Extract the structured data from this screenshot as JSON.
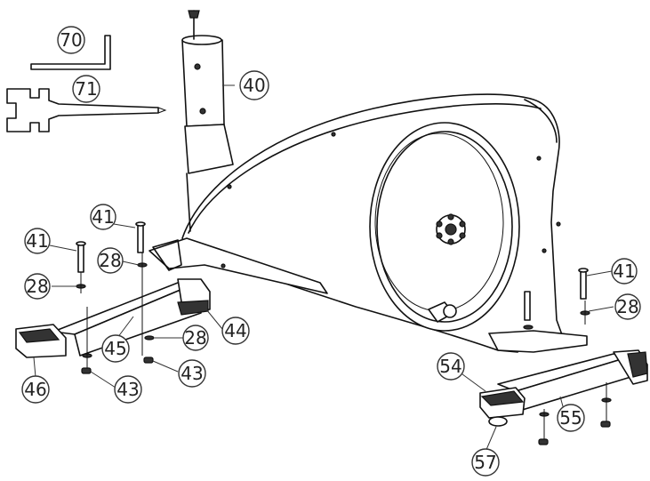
{
  "parts": [
    {
      "id": "p70",
      "number": "70"
    },
    {
      "id": "p71",
      "number": "71"
    },
    {
      "id": "p40",
      "number": "40"
    },
    {
      "id": "p41a",
      "number": "41"
    },
    {
      "id": "p41b",
      "number": "41"
    },
    {
      "id": "p41c",
      "number": "41"
    },
    {
      "id": "p28a",
      "number": "28"
    },
    {
      "id": "p28b",
      "number": "28"
    },
    {
      "id": "p28c",
      "number": "28"
    },
    {
      "id": "p28d",
      "number": "28"
    },
    {
      "id": "p44",
      "number": "44"
    },
    {
      "id": "p45",
      "number": "45"
    },
    {
      "id": "p46",
      "number": "46"
    },
    {
      "id": "p43a",
      "number": "43"
    },
    {
      "id": "p43b",
      "number": "43"
    },
    {
      "id": "p54",
      "number": "54"
    },
    {
      "id": "p55",
      "number": "55"
    },
    {
      "id": "p57",
      "number": "57"
    }
  ]
}
